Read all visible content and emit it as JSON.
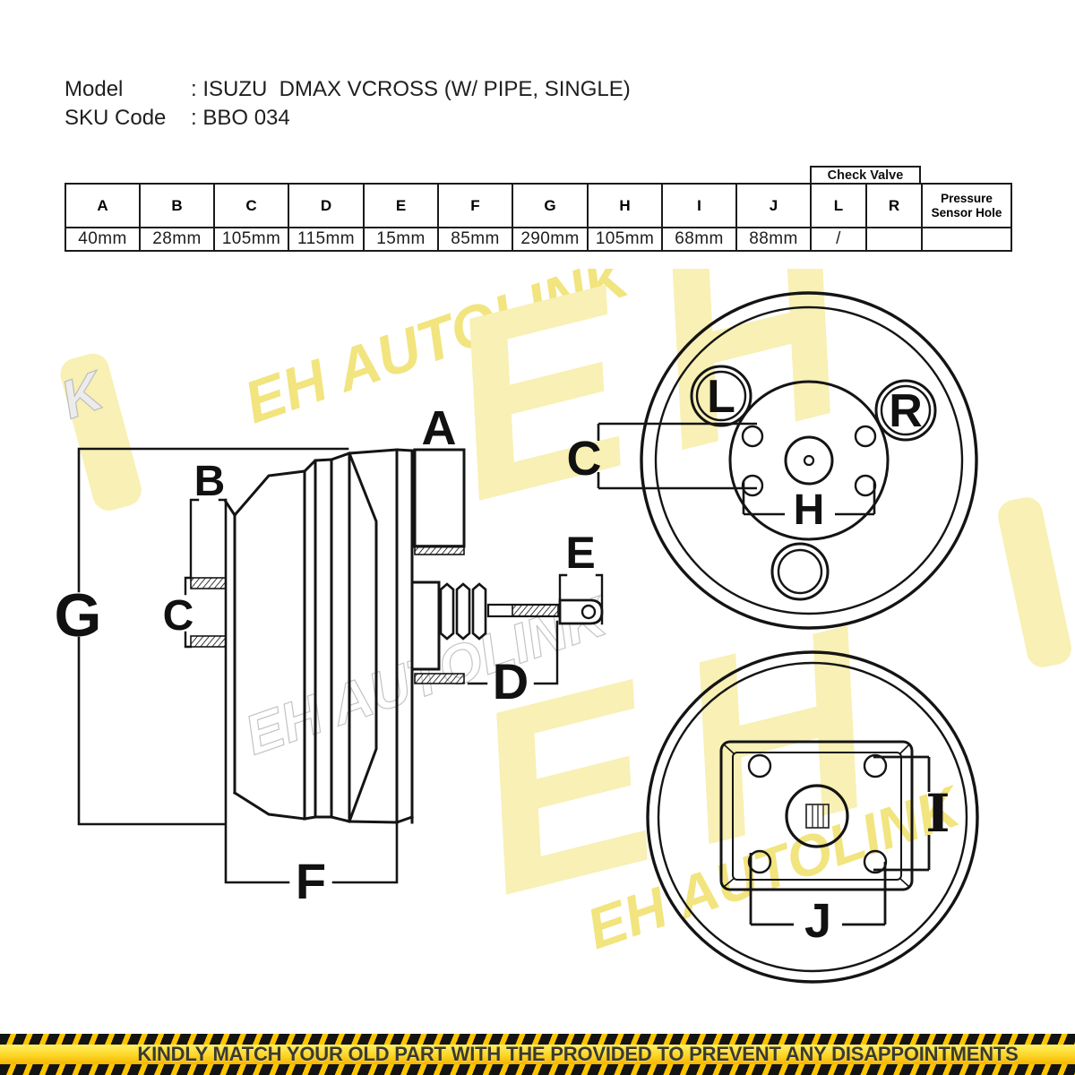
{
  "header": {
    "model_label": "Model",
    "model_value": ": ISUZU  DMAX VCROSS (W/ PIPE, SINGLE)",
    "sku_label": "SKU Code",
    "sku_value": ": BBO 034"
  },
  "spec_table": {
    "check_valve_header": "Check Valve",
    "columns": [
      "A",
      "B",
      "C",
      "D",
      "E",
      "F",
      "G",
      "H",
      "I",
      "J",
      "L",
      "R",
      "Pressure Sensor Hole"
    ],
    "values": [
      "40mm",
      "28mm",
      "105mm",
      "115mm",
      "15mm",
      "85mm",
      "290mm",
      "105mm",
      "68mm",
      "88mm",
      "/",
      "",
      ""
    ]
  },
  "diagram": {
    "labels": {
      "A": "A",
      "B": "B",
      "C": "C",
      "D": "D",
      "E": "E",
      "F": "F",
      "G": "G",
      "H": "H",
      "I": "I",
      "J": "J",
      "L": "L",
      "R": "R"
    }
  },
  "watermark": {
    "text": "EH AUTOLINK",
    "monogram": "EH",
    "fragment": "K",
    "yellow": "#f6ecA2",
    "pale": "#f8f0b4"
  },
  "footer": {
    "notice": "KINDLY MATCH YOUR OLD PART WITH THE PROVIDED TO PREVENT ANY DISAPPOINTMENTS"
  },
  "colors": {
    "line": "#141414",
    "hazard_yellow": "#fdc500",
    "hazard_black": "#141414",
    "banner_text": "#3a3a31"
  }
}
